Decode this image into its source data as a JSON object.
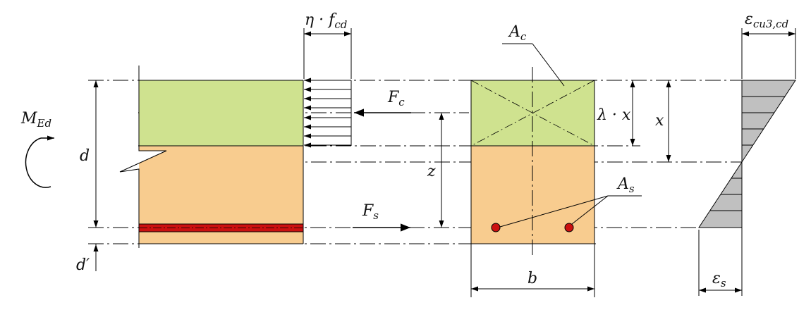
{
  "colors": {
    "compression_zone": "#cfe28f",
    "concrete": "#f8cc8f",
    "rebar": "#cc1010",
    "strain_fill": "#c0c0c0",
    "line": "#000000"
  },
  "labels": {
    "moment": {
      "main": "M",
      "sub": "Ed"
    },
    "stress": {
      "main": "η · f",
      "sub": "cd"
    },
    "force_c": {
      "main": "F",
      "sub": "c"
    },
    "force_s": {
      "main": "F",
      "sub": "s"
    },
    "area_c": {
      "main": "A",
      "sub": "c"
    },
    "area_s": {
      "main": "A",
      "sub": "s"
    },
    "lambda_x": "λ · x",
    "x": "x",
    "z": "z",
    "d": "d",
    "d_prime": "d′",
    "b": "b",
    "eps_cu": {
      "main": "ε",
      "sub": "cu3,cd"
    },
    "eps_s": {
      "main": "ε",
      "sub": "s"
    }
  }
}
